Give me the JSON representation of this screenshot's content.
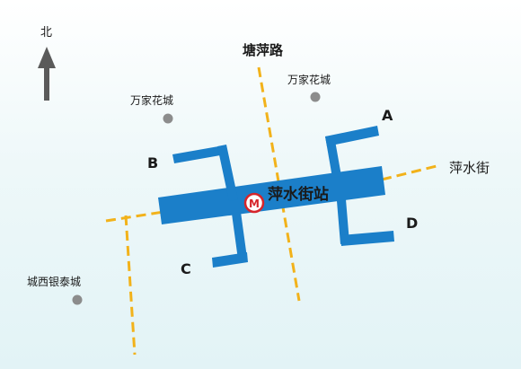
{
  "compass": {
    "label": "北"
  },
  "roads": {
    "tangping": "塘萍路",
    "pingshui": "萍水街"
  },
  "station": {
    "name": "萍水街站",
    "logo_text": "M"
  },
  "exits": {
    "a": "A",
    "b": "B",
    "c": "C",
    "d": "D"
  },
  "landmarks": {
    "wanjia_west": "万家花城",
    "wanjia_east": "万家花城",
    "yintai": "城西银泰城"
  },
  "colors": {
    "station_blue": "#1b7fc9",
    "road_yellow": "#f2b21a",
    "logo_red": "#d6252b",
    "poi_gray": "#8c8c8c",
    "arrow_gray": "#5a5a5a"
  }
}
